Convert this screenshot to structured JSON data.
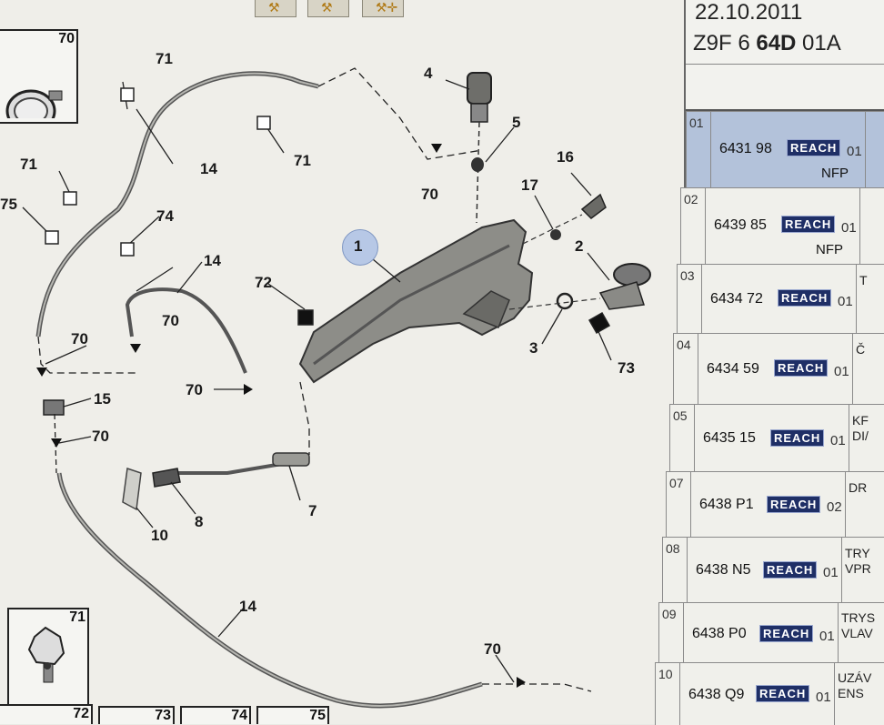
{
  "header": {
    "date": "22.10.2011",
    "ref_prefix": "Z9F 6 ",
    "ref_bold": "64D",
    "ref_suffix": " 01A"
  },
  "colors": {
    "reach_badge": "#1f2f66",
    "selected_row": "#b3c2da",
    "highlight_circle": "#b7c8e6"
  },
  "toolbar": {
    "buttons": [
      "wrench-icon",
      "wrench-icon",
      "wrench-move-icon"
    ]
  },
  "callouts": [
    "1",
    "2",
    "3",
    "4",
    "5",
    "7",
    "8",
    "10",
    "14",
    "14",
    "14",
    "14",
    "15",
    "16",
    "17",
    "70",
    "70",
    "70",
    "70",
    "70",
    "70",
    "70",
    "71",
    "71",
    "71",
    "72",
    "73",
    "74",
    "75"
  ],
  "insets": [
    "70",
    "71",
    "72",
    "73",
    "74",
    "75"
  ],
  "parts": [
    {
      "num": "01",
      "ref": "6431 98",
      "badge": "REACH",
      "qty": "01",
      "extra": "",
      "nfp": "NFP",
      "selected": true
    },
    {
      "num": "02",
      "ref": "6439 85",
      "badge": "REACH",
      "qty": "01",
      "extra": "",
      "nfp": "NFP",
      "selected": false
    },
    {
      "num": "03",
      "ref": "6434 72",
      "badge": "REACH",
      "qty": "01",
      "extra": "T",
      "nfp": "",
      "selected": false
    },
    {
      "num": "04",
      "ref": "6434 59",
      "badge": "REACH",
      "qty": "01",
      "extra": "Č",
      "nfp": "",
      "selected": false
    },
    {
      "num": "05",
      "ref": "6435 15",
      "badge": "REACH",
      "qty": "01",
      "extra": "KF\nDI/",
      "nfp": "",
      "selected": false
    },
    {
      "num": "07",
      "ref": "6438 P1",
      "badge": "REACH",
      "qty": "02",
      "extra": "DR",
      "nfp": "",
      "selected": false
    },
    {
      "num": "08",
      "ref": "6438 N5",
      "badge": "REACH",
      "qty": "01",
      "extra": "TRY\nVPR",
      "nfp": "",
      "selected": false
    },
    {
      "num": "09",
      "ref": "6438 P0",
      "badge": "REACH",
      "qty": "01",
      "extra": "TRYS\nVLAV",
      "nfp": "",
      "selected": false
    },
    {
      "num": "10",
      "ref": "6438 Q9",
      "badge": "REACH",
      "qty": "01",
      "extra": "UZÁV\nENS",
      "nfp": "",
      "selected": false
    }
  ]
}
